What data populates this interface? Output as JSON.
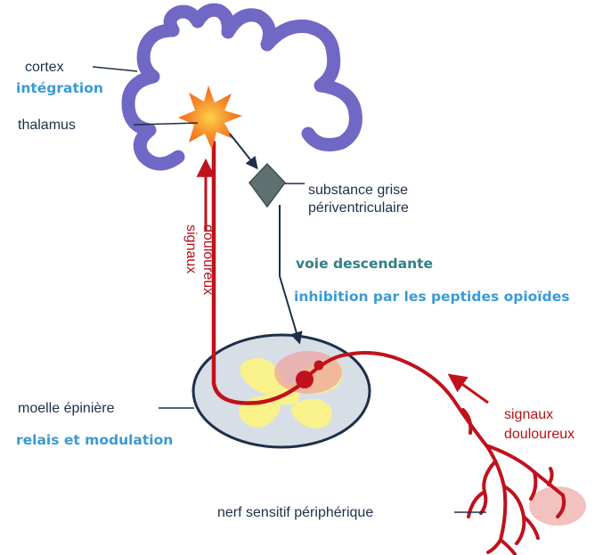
{
  "labels": {
    "cortex": "cortex",
    "integration": "intégration",
    "thalamus": "thalamus",
    "substance_line1": "substance grise",
    "substance_line2": "périventriculaire",
    "voie": "voie descendante",
    "inhibition": "inhibition par les peptides opioïdes",
    "signaux_vertical_line1": "signaux",
    "signaux_vertical_line2": "douloureux",
    "moelle": "moelle épinière",
    "relais": "relais et modulation",
    "signaux_right_line1": "signaux",
    "signaux_right_line2": "douloureux",
    "nerf": "nerf sensitif périphérique"
  },
  "colors": {
    "cortex": "#7068c4",
    "star": "#f57f2a",
    "nerve_red": "#c0121c",
    "gray_matter": "#5e7070",
    "yellow_butterfly": "#f9f28a",
    "spinal_outline": "#1d2f4a",
    "spinal_fill": "#d8dee6",
    "pink_zone": "#eea6a2",
    "label_dark": "#1d2f4a",
    "label_blue": "#3a9ad6",
    "label_teal": "#2f7f86"
  }
}
